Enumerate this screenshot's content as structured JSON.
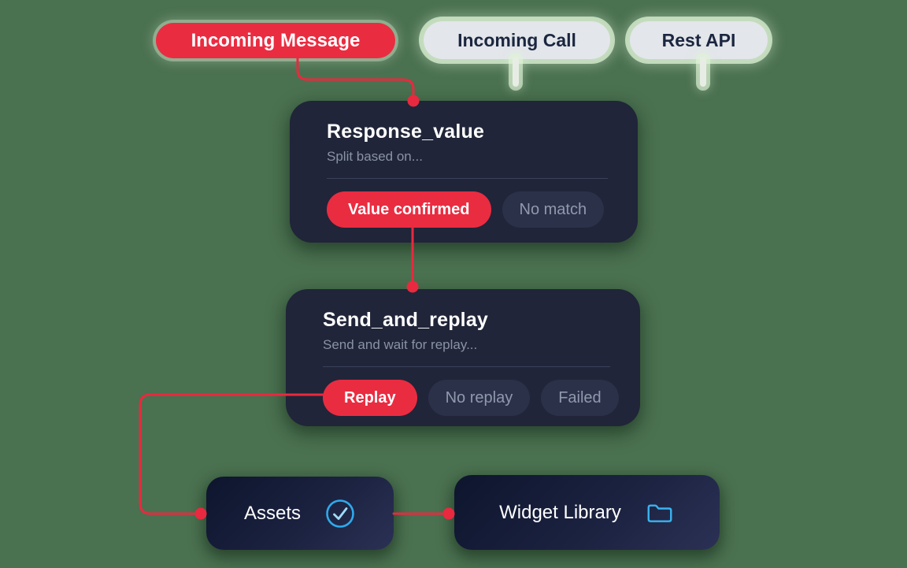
{
  "colors": {
    "background": "#4a7150",
    "accent_red": "#ea2c41",
    "accent_blue": "#3ab3ef",
    "node_navy": "#202539",
    "muted_pill": "#2b3149",
    "light_pill": "#e3e6ea"
  },
  "triggers": [
    {
      "label": "Incoming Message",
      "variant": "active"
    },
    {
      "label": "Incoming Call",
      "variant": "idle"
    },
    {
      "label": "Rest API",
      "variant": "idle"
    }
  ],
  "flow_nodes": [
    {
      "title": "Response_value",
      "subtitle": "Split based on...",
      "branches": [
        {
          "label": "Value confirmed",
          "variant": "active"
        },
        {
          "label": "No match",
          "variant": "muted"
        }
      ]
    },
    {
      "title": "Send_and_replay",
      "subtitle": "Send and wait for replay...",
      "branches": [
        {
          "label": "Replay",
          "variant": "active"
        },
        {
          "label": "No replay",
          "variant": "muted"
        },
        {
          "label": "Failed",
          "variant": "muted"
        }
      ]
    }
  ],
  "leaf_nodes": [
    {
      "label": "Assets",
      "icon": "check-circle-icon"
    },
    {
      "label": "Widget Library",
      "icon": "folder-icon"
    }
  ]
}
